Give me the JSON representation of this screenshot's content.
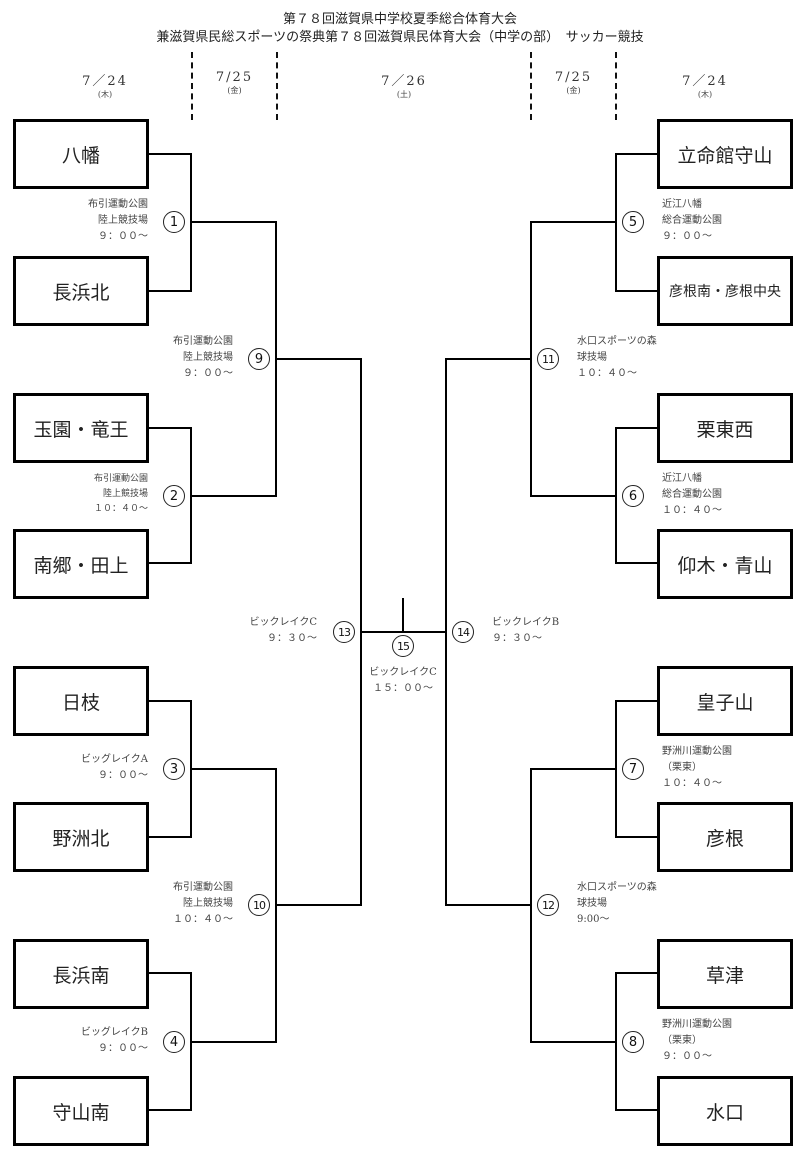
{
  "header": {
    "title_line1": "第７８回滋賀県中学校夏季総合体育大会",
    "title_line2": "兼滋賀県民総スポーツの祭典第７８回滋賀県民体育大会（中学の部）　サッカー競技"
  },
  "dates": [
    {
      "date": "7／24",
      "dow": "(木)"
    },
    {
      "date": "7/25",
      "dow": "(金)"
    },
    {
      "date": "7／26",
      "dow": "(土)"
    },
    {
      "date": "7/25",
      "dow": "(金)"
    },
    {
      "date": "7／24",
      "dow": "(木)"
    }
  ],
  "teams": {
    "left": [
      "八幡",
      "長浜北",
      "玉園・竜王",
      "南郷・田上",
      "日枝",
      "野洲北",
      "長浜南",
      "守山南"
    ],
    "right": [
      "立命館守山",
      "彦根南・彦根中央",
      "栗東西",
      "仰木・青山",
      "皇子山",
      "彦根",
      "草津",
      "水口"
    ]
  },
  "matches": {
    "m1": {
      "number": "1",
      "venue": "布引運動公園\n陸上競技場",
      "time": "９：００～"
    },
    "m2": {
      "number": "2",
      "venue": "布引運動公園\n陸上競技場",
      "time": "１０：４０～"
    },
    "m3": {
      "number": "3",
      "venue": "ビッグレイクA",
      "time": "９：００～"
    },
    "m4": {
      "number": "4",
      "venue": "ビッグレイクB",
      "time": "９：００～"
    },
    "m5": {
      "number": "5",
      "venue": "近江八幡\n総合運動公園",
      "time": "９：００～"
    },
    "m6": {
      "number": "6",
      "venue": "近江八幡\n総合運動公園",
      "time": "１０：４０～"
    },
    "m7": {
      "number": "7",
      "venue": "野洲川運動公園\n（栗東）",
      "time": "１０：４０～"
    },
    "m8": {
      "number": "8",
      "venue": "野洲川運動公園\n（栗東）",
      "time": "９：００～"
    },
    "m9": {
      "number": "9",
      "venue": "布引運動公園\n陸上競技場",
      "time": "９：００～"
    },
    "m10": {
      "number": "10",
      "venue": "布引運動公園\n陸上競技場",
      "time": "１０：４０～"
    },
    "m11": {
      "number": "11",
      "venue": "水口スポーツの森\n球技場",
      "time": "１０：４０～"
    },
    "m12": {
      "number": "12",
      "venue": "水口スポーツの森\n球技場",
      "time": "9:00～"
    },
    "m13": {
      "number": "13",
      "venue": "ビックレイクC",
      "time": "９：３０～"
    },
    "m14": {
      "number": "14",
      "venue": "ビックレイクB",
      "time": "９：３０～"
    },
    "m15": {
      "number": "15",
      "venue": "ビックレイクC",
      "time": "１５：００～"
    }
  }
}
